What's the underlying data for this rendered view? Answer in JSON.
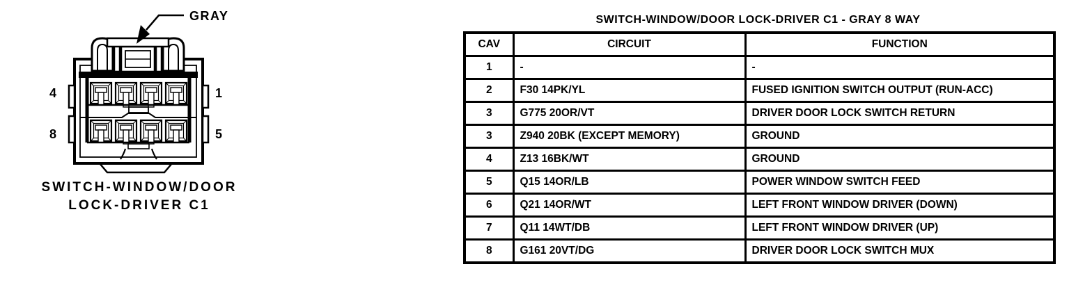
{
  "figure": {
    "connector_label": "GRAY",
    "caption_line1": "SWITCH-WINDOW/DOOR",
    "caption_line2": "LOCK-DRIVER C1",
    "pins": {
      "top_left": "4",
      "top_right": "1",
      "bottom_left": "8",
      "bottom_right": "5"
    }
  },
  "table": {
    "title": "SWITCH-WINDOW/DOOR LOCK-DRIVER C1 - GRAY 8 WAY",
    "columns": [
      "CAV",
      "CIRCUIT",
      "FUNCTION"
    ],
    "rows": [
      {
        "cav": "1",
        "circuit": "-",
        "function": "-"
      },
      {
        "cav": "2",
        "circuit": "F30 14PK/YL",
        "function": "FUSED IGNITION SWITCH OUTPUT (RUN-ACC)"
      },
      {
        "cav": "3",
        "circuit": "G775 20OR/VT",
        "function": "DRIVER DOOR LOCK SWITCH RETURN"
      },
      {
        "cav": "3",
        "circuit": "Z940 20BK (EXCEPT MEMORY)",
        "function": "GROUND"
      },
      {
        "cav": "4",
        "circuit": "Z13 16BK/WT",
        "function": "GROUND"
      },
      {
        "cav": "5",
        "circuit": "Q15 14OR/LB",
        "function": "POWER WINDOW SWITCH FEED"
      },
      {
        "cav": "6",
        "circuit": "Q21 14OR/WT",
        "function": "LEFT FRONT WINDOW DRIVER (DOWN)"
      },
      {
        "cav": "7",
        "circuit": "Q11 14WT/DB",
        "function": "LEFT FRONT WINDOW DRIVER (UP)"
      },
      {
        "cav": "8",
        "circuit": "G161 20VT/DG",
        "function": "DRIVER DOOR LOCK SWITCH MUX"
      }
    ]
  },
  "colors": {
    "ink": "#000000",
    "paper": "#ffffff"
  }
}
